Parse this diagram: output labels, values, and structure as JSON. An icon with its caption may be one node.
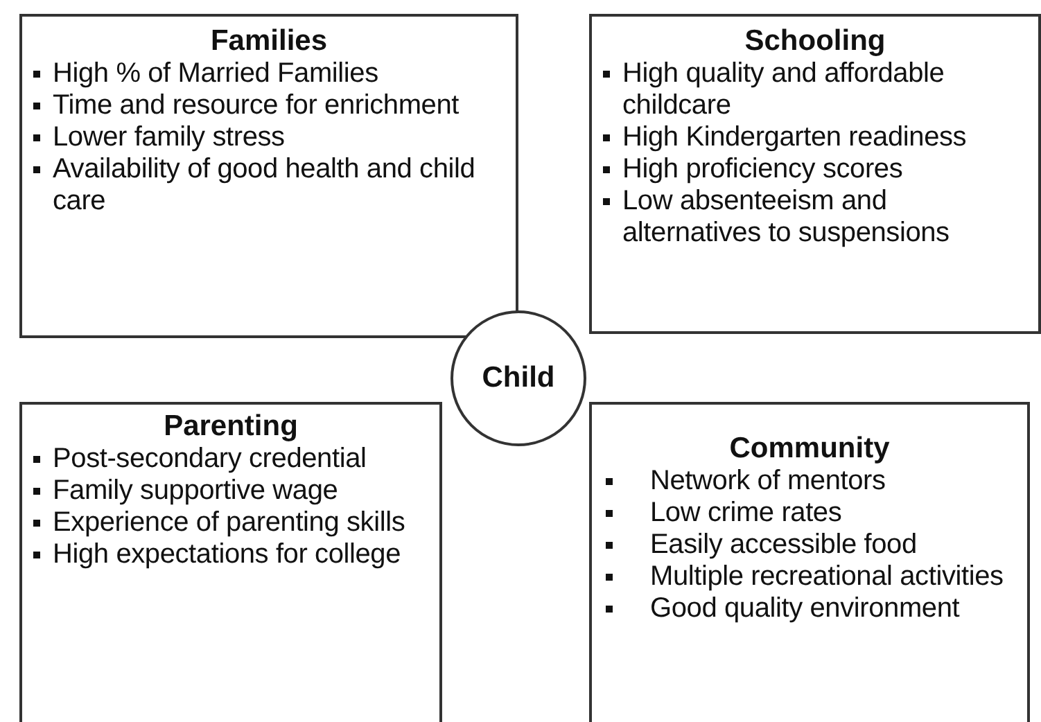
{
  "diagram": {
    "nodes": [
      {
        "text": [
          "Families",
          "High % of Married Families",
          "Time and resource for enrichment",
          "Lower family stress",
          "Availability of good health and child care"
        ]
      },
      {
        "text": [
          "Schooling",
          "High quality and affordable childcare",
          "High Kindergarten readiness",
          "High proficiency scores",
          "Low absenteeism and alternatives to suspensions"
        ]
      },
      {
        "text": [
          "Child"
        ]
      },
      {
        "text": [
          "Parenting",
          "Post-secondary credential",
          "Family supportive wage",
          "Experience of parenting skills",
          "High expectations for college"
        ]
      },
      {
        "text": [
          "Community",
          "Network of mentors",
          "Low crime rates",
          "Easily accessible food",
          "Multiple recreational activities",
          "Good quality environment"
        ]
      }
    ],
    "edges": []
  }
}
